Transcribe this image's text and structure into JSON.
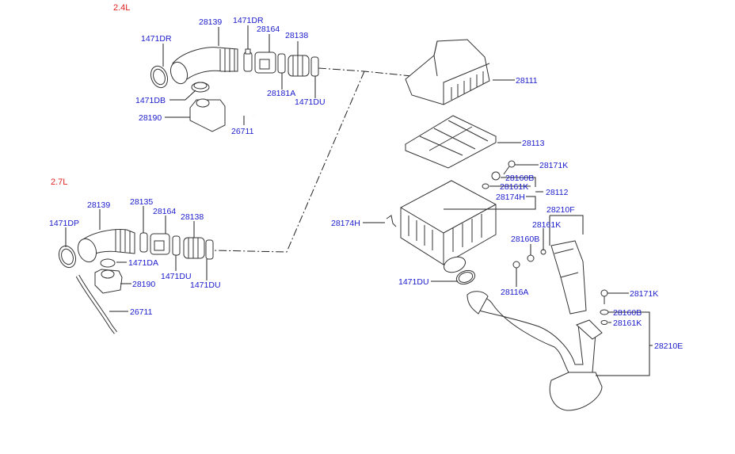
{
  "diagram": {
    "title": "Air cleaner / intake parts diagram",
    "variants": [
      {
        "id": "v24",
        "label": "2.4L"
      },
      {
        "id": "v27",
        "label": "2.7L"
      }
    ],
    "labels": {
      "v24": {
        "p1471dr_a": "1471DR",
        "p28139": "28139",
        "p1471dr_b": "1471DR",
        "p28164": "28164",
        "p28138": "28138",
        "p28181a": "28181A",
        "p1471du": "1471DU",
        "p1471db": "1471DB",
        "p28190": "28190",
        "p26711": "26711"
      },
      "v27": {
        "p1471dp": "1471DP",
        "p28139": "28139",
        "p28135": "28135",
        "p28164": "28164",
        "p28138": "28138",
        "p1471da": "1471DA",
        "p28190": "28190",
        "p1471du_a": "1471DU",
        "p1471du_b": "1471DU",
        "p26711": "26711"
      },
      "main": {
        "p28111": "28111",
        "p28113": "28113",
        "p28171k_a": "28171K",
        "p28160b_a": "28160B",
        "p28161k_a": "28161K",
        "p28174h_a": "28174H",
        "p28112": "28112",
        "p28174h_b": "28174H",
        "p28210f": "28210F",
        "p28161k_b": "28161K",
        "p28160b_b": "28160B",
        "p28116a": "28116A",
        "p1471du": "1471DU",
        "p28171k_b": "28171K",
        "p28160b_c": "28160B",
        "p28161k_c": "28161K",
        "p28210e": "28210E"
      }
    },
    "colors": {
      "label": "#1a1acc",
      "variant": "#e02020",
      "line": "#222222"
    }
  }
}
